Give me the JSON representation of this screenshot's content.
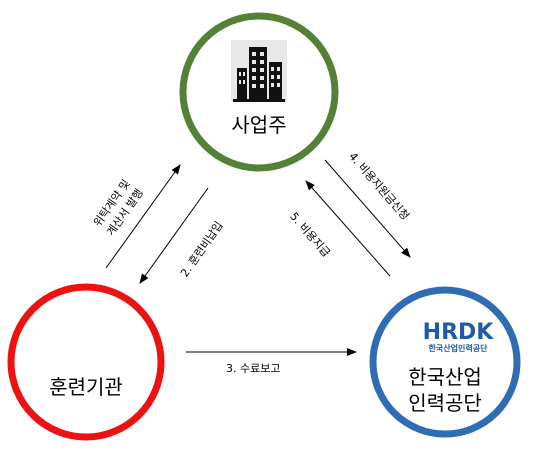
{
  "nodes": {
    "employer": {
      "label": "사업주",
      "color": "#538135"
    },
    "training": {
      "label": "훈련기관",
      "color": "#ee1111"
    },
    "hrdk": {
      "label_line1": "한국산업",
      "label_line2": "인력공단",
      "color": "#2e6db4",
      "logo_text": "HRDK",
      "logo_sub": "한국산업인력공단"
    }
  },
  "edges": {
    "e1": {
      "label_line1": "위탁계약 및",
      "label_line2": "계산서 발행"
    },
    "e2": {
      "label": "2. 훈련비납입"
    },
    "e3": {
      "label": "3. 수료보고"
    },
    "e4": {
      "label": "4. 비용지원금신청"
    },
    "e5": {
      "label": "5. 비용지급"
    }
  },
  "icons": {
    "building": "building-icon"
  }
}
